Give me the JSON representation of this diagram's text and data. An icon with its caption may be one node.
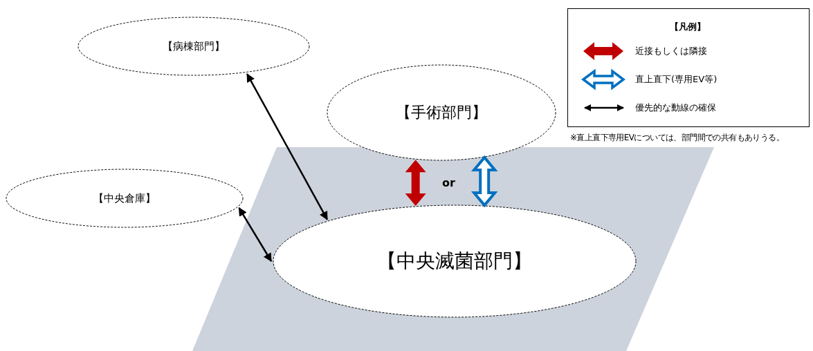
{
  "diagram": {
    "nodes": [
      {
        "text": [
          "【病棟部門】"
        ]
      },
      {
        "text": [
          "【手術部門】"
        ]
      },
      {
        "text": [
          "【中央倉庫】"
        ]
      },
      {
        "text": [
          "【中央滅菌部門】"
        ]
      }
    ],
    "edges": [
      {
        "from": 0,
        "to": 3,
        "arrow": "both"
      },
      {
        "from": 2,
        "to": 3,
        "arrow": "both"
      },
      {
        "from": 1,
        "to": 3,
        "arrow": "both",
        "style": "thick",
        "color": "#c00000"
      },
      {
        "from": 1,
        "to": 3,
        "arrow": "both",
        "style": "thick",
        "color": "#0070c0"
      }
    ],
    "labels": [
      "or",
      "【凡例】",
      "※直上直下専用EVについては、部門間での共有もありうる。"
    ],
    "legend": [
      {
        "text": "近接もしくは隣接"
      },
      {
        "text": "直上直下(専用EV等)"
      },
      {
        "text": "優先的な動線の確保"
      }
    ]
  }
}
